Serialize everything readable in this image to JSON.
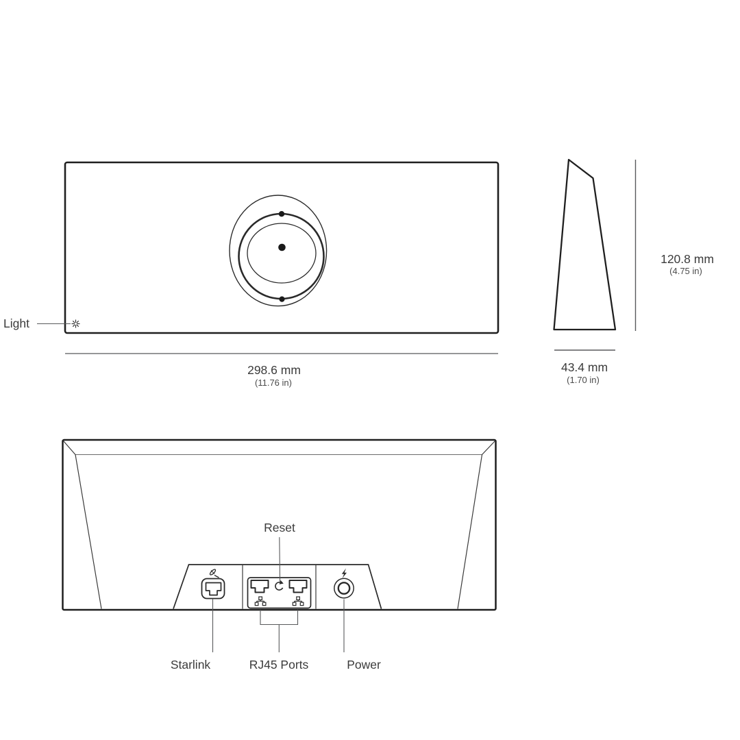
{
  "page": {
    "title": "Starlink Router Dimension Diagram",
    "background_color": "#ffffff"
  },
  "colors": {
    "outline": "#1f1f1f",
    "detail_line": "#3a3a3a",
    "dim_line": "#58595b",
    "text": "#3b3b3b"
  },
  "front_view": {
    "light_label": "Light",
    "light_icon": "starburst-led-indicator",
    "width_dimension": {
      "value": "298.6 mm",
      "inches": "(11.76 in)"
    }
  },
  "side_view": {
    "height_dimension": {
      "value": "120.8 mm",
      "inches": "(4.75 in)"
    },
    "depth_dimension": {
      "value": "43.4 mm",
      "inches": "(1.70 in)"
    }
  },
  "back_view": {
    "reset_label": "Reset",
    "port_labels": {
      "starlink": "Starlink",
      "rj45": "RJ45 Ports",
      "power": "Power"
    },
    "icons": {
      "starlink_port": "starlink-dish-icon",
      "reset": "circular-arrow-icon",
      "ethernet": "ethernet-network-icon",
      "power": "lightning-bolt-icon"
    }
  }
}
